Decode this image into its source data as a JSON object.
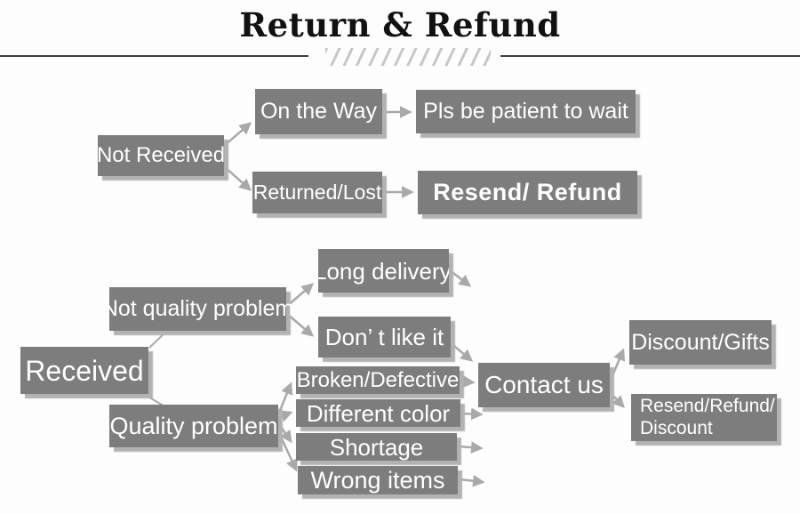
{
  "header": {
    "title": "Return & Refund"
  },
  "colors": {
    "background": "#fdfdfd",
    "node_fill": "#7d7d7d",
    "node_text": "#ffffff",
    "connector": "#a9a9a9",
    "shadow": "#b2b2b2",
    "rule": "#3f3f3f",
    "hatch": "#c7c7c7",
    "title_text": "#111111"
  },
  "diagram": {
    "not_received_flow": {
      "not_received": "Not Received",
      "on_the_way": "On the Way",
      "pls_wait": "Pls be patient to wait",
      "returned_lost": "Returned/Lost",
      "resend_refund": "Resend/ Refund"
    },
    "received_flow": {
      "received": "Received",
      "not_quality_problem": "Not quality problem",
      "long_delivery": "Long delivery",
      "dont_like_it": "Don’ t like it",
      "quality_problem": "Quality problem",
      "broken_defective": "Broken/Defective",
      "different_color": "Different color",
      "shortage": "Shortage",
      "wrong_items": "Wrong items",
      "contact_us": "Contact us",
      "discount_gifts": "Discount/Gifts",
      "resend_refund_discount": [
        "Resend/Refund/",
        "Discount"
      ]
    }
  }
}
